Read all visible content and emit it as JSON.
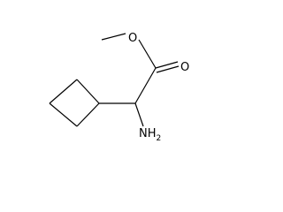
{
  "atoms": {
    "oxygen_ester": "O",
    "oxygen_carbonyl": "O",
    "amine_main": "NH",
    "amine_subscript": "2"
  }
}
